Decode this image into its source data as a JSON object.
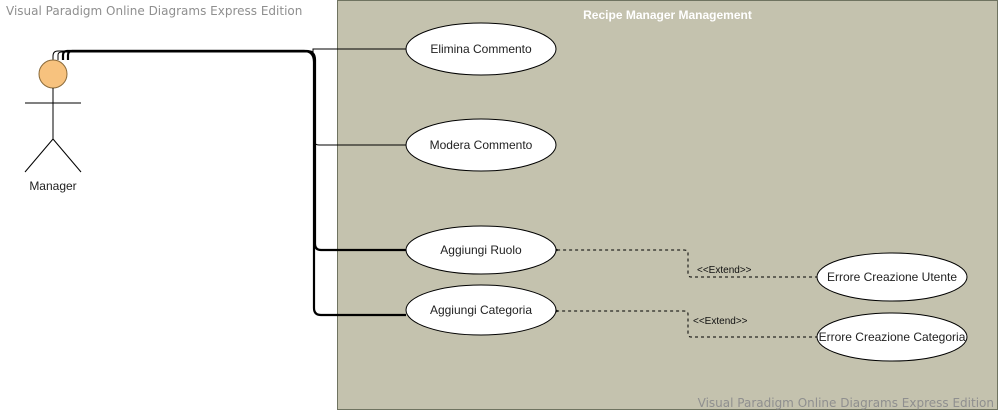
{
  "watermark": "Visual Paradigm Online Diagrams Express Edition",
  "system": {
    "title": "Recipe Manager Management"
  },
  "actor": {
    "name": "Manager"
  },
  "use_cases": {
    "elimina_commento": "Elimina Commento",
    "modera_commento": "Modera Commento",
    "aggiungi_ruolo": "Aggiungi Ruolo",
    "aggiungi_categoria": "Aggiungi Categoria",
    "errore_utente": "Errore Creazione Utente",
    "errore_categoria": "Errore Creazione Categoria"
  },
  "relations": {
    "extend_1": "<<Extend>>",
    "extend_2": "<<Extend>>"
  },
  "colors": {
    "system_fill": "#c4c2ae",
    "actor_head": "#f7c27e",
    "use_case_fill": "#ffffff"
  }
}
